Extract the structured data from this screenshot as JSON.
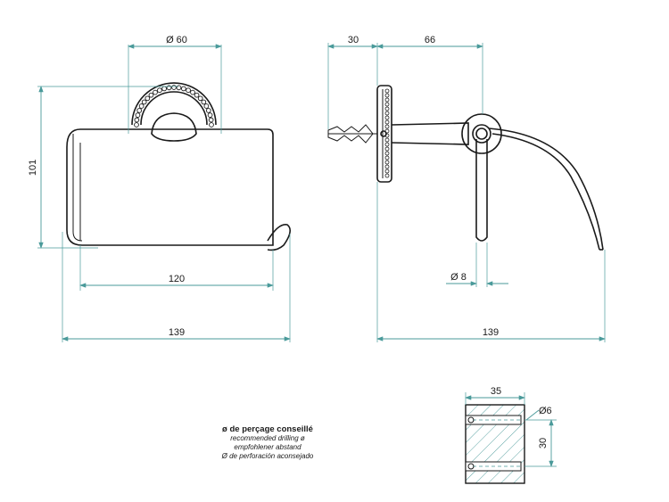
{
  "dimensions": {
    "diam_60": "Ø 60",
    "d30_top": "30",
    "d66_top": "66",
    "h101": "101",
    "w120": "120",
    "w139_left": "139",
    "w139_right": "139",
    "diam_8": "Ø 8",
    "d35": "35",
    "diam_6": "Ø6",
    "d30_right": "30"
  },
  "note": {
    "title": "ø de perçage conseillé",
    "en": "recommended drilling ø",
    "de": "empfohlener abstand",
    "es": "Ø de perforación aconsejado"
  },
  "colors": {
    "dimension": "#4a9a9a",
    "object": "#1a1a1a"
  }
}
